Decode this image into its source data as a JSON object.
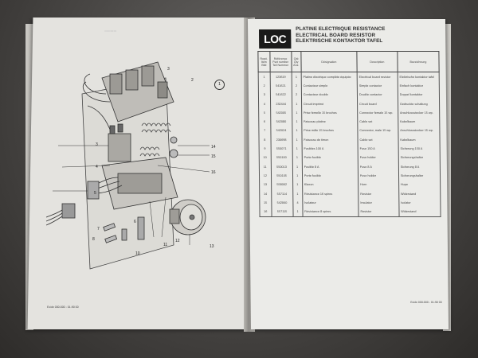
{
  "left_page": {
    "figure_number": "1",
    "footer": "Exide 000-000 - 01-90 00",
    "callouts": [
      "1",
      "2",
      "3",
      "4",
      "5",
      "6",
      "7",
      "8",
      "9",
      "10",
      "11",
      "12",
      "13",
      "14",
      "15",
      "16"
    ]
  },
  "right_page": {
    "logo": "LOC",
    "titles": {
      "fr": "PLATINE ELECTRIQUE RESISTANCE",
      "en": "ELECTRICAL BOARD RESISTOR",
      "de": "ELEKTRISCHE KONTAKTOR TAFEL"
    },
    "table": {
      "headers": {
        "ref": "Repè. Item Bild",
        "part": "Référence Part number Teil Nummer",
        "qty": "Qté Qty Anz.",
        "designation": "Désignation",
        "description": "Description",
        "bezeichnung": "Bezeichnung"
      },
      "rows": [
        {
          "ref": "1",
          "part": "123619",
          "qty": "1",
          "fr": "Platine électrique complète équipée",
          "en": "Electrical board resistor",
          "de": "Elektrische kontaktor tafel"
        },
        {
          "ref": "2",
          "part": "541621",
          "qty": "2",
          "fr": "Contacteur simple",
          "en": "Simple contactor",
          "de": "Einfach kontaktor"
        },
        {
          "ref": "3",
          "part": "541622",
          "qty": "2",
          "fr": "Contacteur double",
          "en": "Double contactor",
          "de": "Doppel kontaktor"
        },
        {
          "ref": "4",
          "part": "232444",
          "qty": "1",
          "fr": "Circuit imprimé",
          "en": "Circuit board",
          "de": "Gedruckte schaltung"
        },
        {
          "ref": "5",
          "part": "542005",
          "qty": "1",
          "fr": "Prise femelle 15 broches",
          "en": "Connector female 15 wp.",
          "de": "Anschlussstecker 15 wp."
        },
        {
          "ref": "6",
          "part": "542080",
          "qty": "1",
          "fr": "Faisceau platine",
          "en": "Cable set",
          "de": "Kabelbaum"
        },
        {
          "ref": "7",
          "part": "542024",
          "qty": "1",
          "fr": "Prise mâle 15 broches",
          "en": "Connector, male 15 wp.",
          "de": "Anschlussstecker 15 wp."
        },
        {
          "ref": "8",
          "part": "230698",
          "qty": "1",
          "fr": "Faisceau de timon",
          "en": "Cable set",
          "de": "Kabelbaum"
        },
        {
          "ref": "9",
          "part": "550071",
          "qty": "1",
          "fr": "Fusibles 100 A",
          "en": "Fuse 150 A",
          "de": "Sicherung 150 A"
        },
        {
          "ref": "10",
          "part": "550100",
          "qty": "1",
          "fr": "Porte-fusible",
          "en": "Fuse holder",
          "de": "Sicherungshalter"
        },
        {
          "ref": "11",
          "part": "550013",
          "qty": "1",
          "fr": "Fusible 8 A",
          "en": "Fuse 8 A",
          "de": "Sicherung 8 A"
        },
        {
          "ref": "12",
          "part": "550105",
          "qty": "1",
          "fr": "Porte fusible",
          "en": "Fuse holder",
          "de": "Sicherungshalter"
        },
        {
          "ref": "13",
          "part": "558002",
          "qty": "1",
          "fr": "Klaxon",
          "en": "Horn",
          "de": "Hupe"
        },
        {
          "ref": "14",
          "part": "557114",
          "qty": "1",
          "fr": "Résistance 16 spires",
          "en": "Resistor",
          "de": "Widerstand"
        },
        {
          "ref": "15",
          "part": "542840",
          "qty": "4",
          "fr": "Isolateur",
          "en": "Insulator",
          "de": "Isolator"
        },
        {
          "ref": "16",
          "part": "557115",
          "qty": "1",
          "fr": "Résistance 8 spires",
          "en": "Resistor",
          "de": "Widerstand"
        }
      ]
    },
    "footer": "Exide 000-000 - 01-90 00"
  }
}
